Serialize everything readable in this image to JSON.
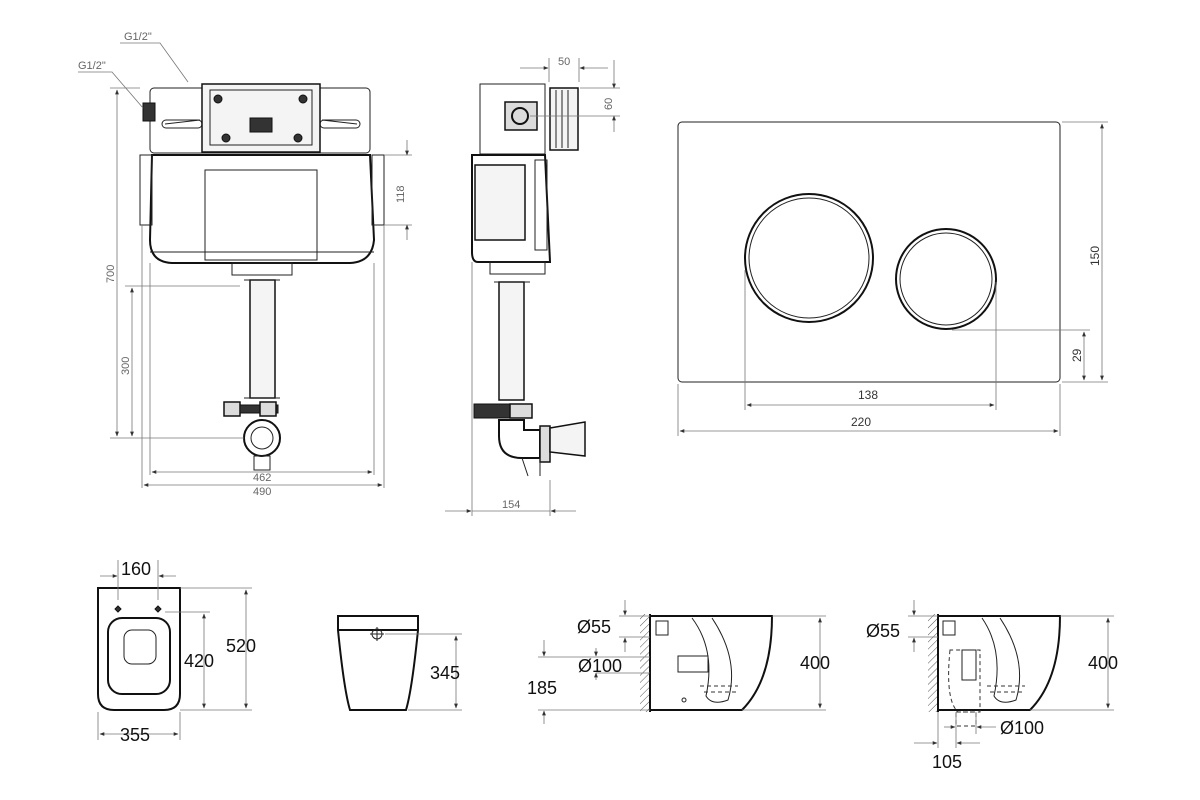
{
  "frame_front": {
    "inlet_top": "G1/2\"",
    "inlet_side": "G1/2\"",
    "height": "700",
    "tank_height": "118",
    "pipe_height": "300",
    "inner_width": "462",
    "outer_width": "490"
  },
  "frame_side": {
    "depth_top": "50",
    "inlet_offset": "60",
    "depth": "154"
  },
  "flush_plate": {
    "height": "150",
    "button_offset": "29",
    "button_span": "138",
    "width": "220"
  },
  "toilet_top": {
    "hole_spacing": "160",
    "hole_to_front": "420",
    "length": "520",
    "width": "355"
  },
  "toilet_front": {
    "height": "345"
  },
  "toilet_side_wall": {
    "inlet_diameter": "Ø55",
    "outlet_diameter": "Ø100",
    "outlet_height": "185",
    "height": "400"
  },
  "toilet_side_floor": {
    "inlet_diameter": "Ø55",
    "outlet_diameter": "Ø100",
    "outlet_offset": "105",
    "height": "400"
  }
}
